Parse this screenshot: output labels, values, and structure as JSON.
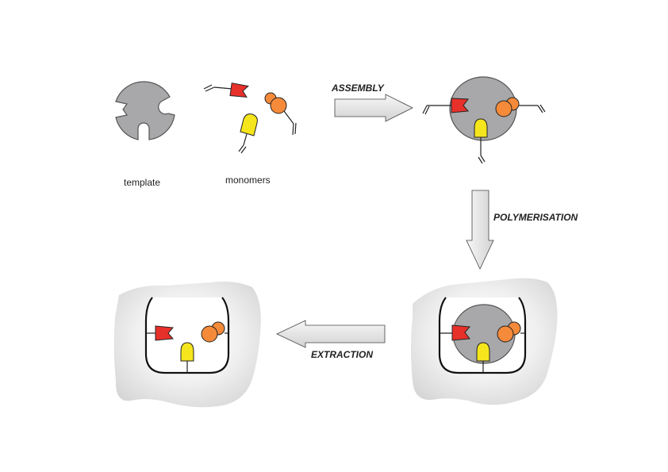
{
  "labels": {
    "template": "template",
    "monomers": "monomers"
  },
  "steps": {
    "assembly": "ASSEMBLY",
    "polymerisation": "POLYMERISATION",
    "extraction": "EXTRACTION"
  },
  "colors": {
    "template": "#a8a8aa",
    "template_stroke": "#555555",
    "monomer_red": "#e8302a",
    "monomer_orange": "#f58a3a",
    "monomer_yellow": "#f5e51c",
    "arrow_fill": "#e6e6e6",
    "polymer_matrix": "#e2e2e2"
  }
}
